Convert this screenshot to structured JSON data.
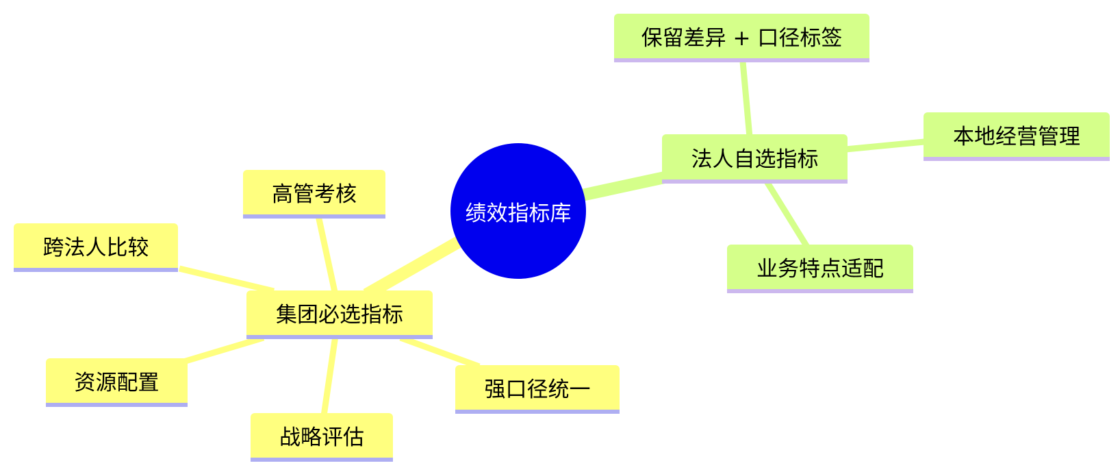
{
  "mindmap": {
    "root": "绩效指标库",
    "branch_group": {
      "label": "集团必选指标",
      "children": [
        "高管考核",
        "跨法人比较",
        "资源配置",
        "战略评估",
        "强口径统一"
      ]
    },
    "branch_legal": {
      "label": "法人自选指标",
      "children": [
        "保留差异 + 口径标签",
        "本地经营管理",
        "业务特点适配"
      ]
    }
  },
  "colors": {
    "root_fill": "#0000ee",
    "group_fill": "#ffff7f",
    "group_edge": "#ffff7f",
    "legal_fill": "#d5ff8a",
    "legal_edge": "#d5ff8a",
    "underline_blue": "#aeaef2",
    "underline_purple": "#ccb8ee"
  }
}
